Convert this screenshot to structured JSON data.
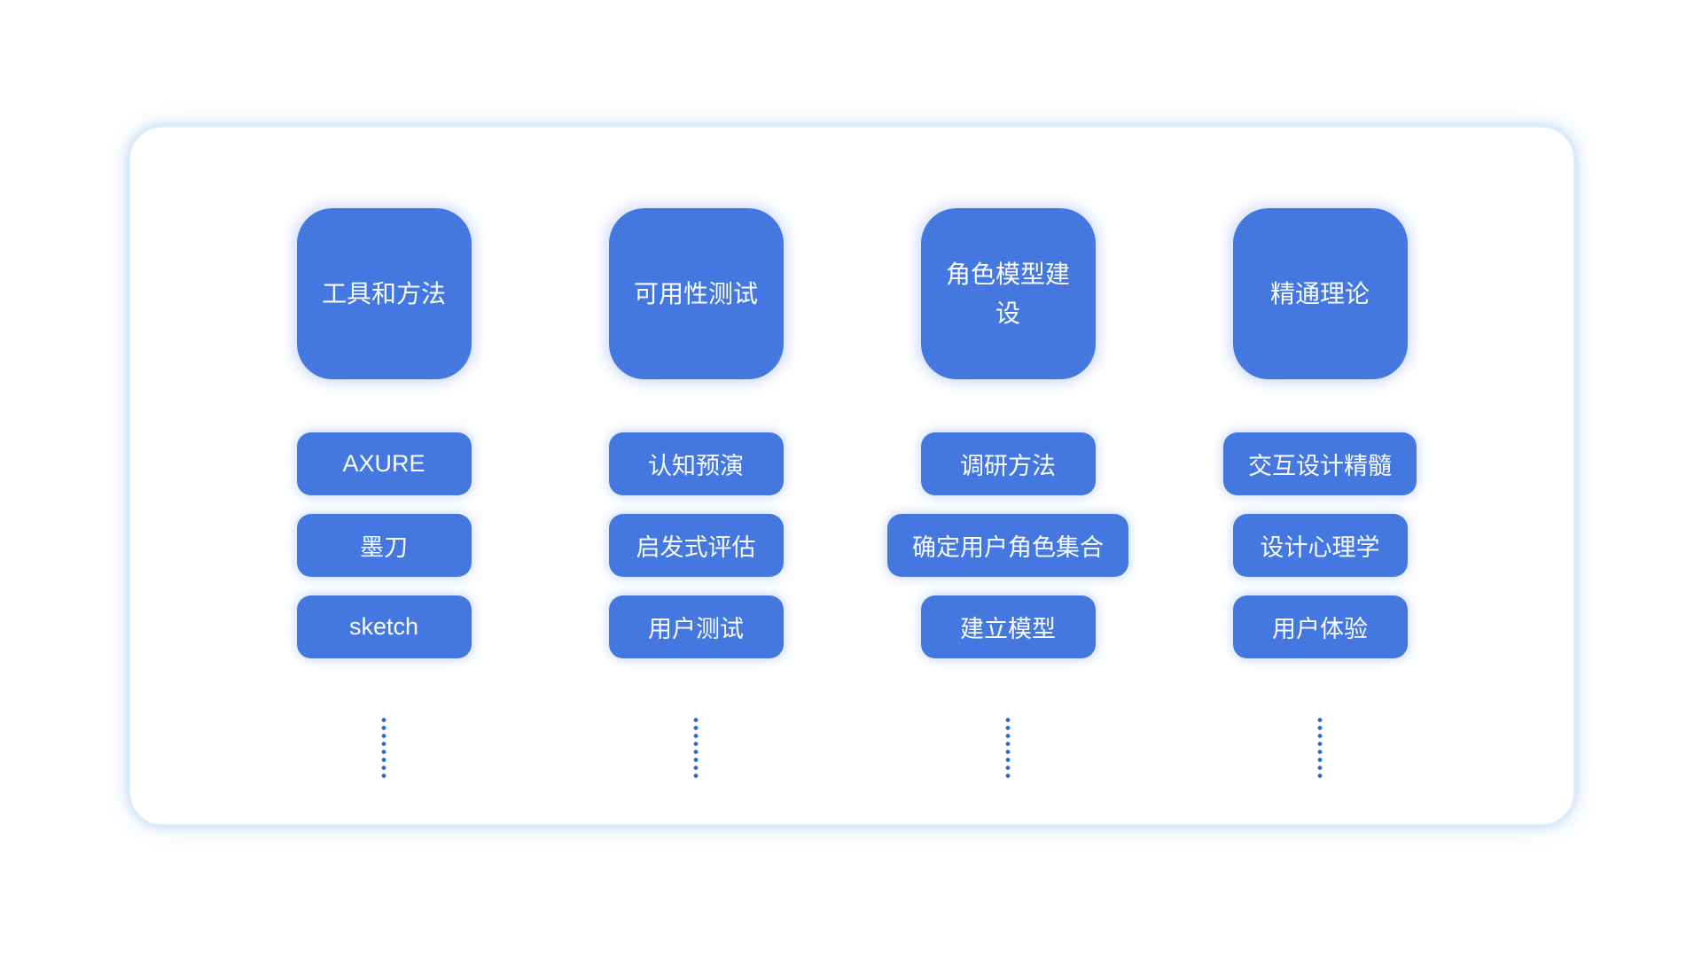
{
  "colors": {
    "box_blue": "#4478e0",
    "dot_blue": "#1e63c9",
    "card_border": "#e0edfc",
    "node_text": "#fafcff"
  },
  "columns": [
    {
      "header": "工具和方法",
      "items": [
        "AXURE",
        "墨刀",
        "sketch"
      ]
    },
    {
      "header": "可用性测试",
      "items": [
        "认知预演",
        "启发式评估",
        "用户测试"
      ]
    },
    {
      "header": "角色模型建设",
      "items": [
        "调研方法",
        "确定用户角色集合",
        "建立模型"
      ]
    },
    {
      "header": "精通理论",
      "items": [
        "交互设计精髓",
        "设计心理学",
        "用户体验"
      ]
    }
  ]
}
